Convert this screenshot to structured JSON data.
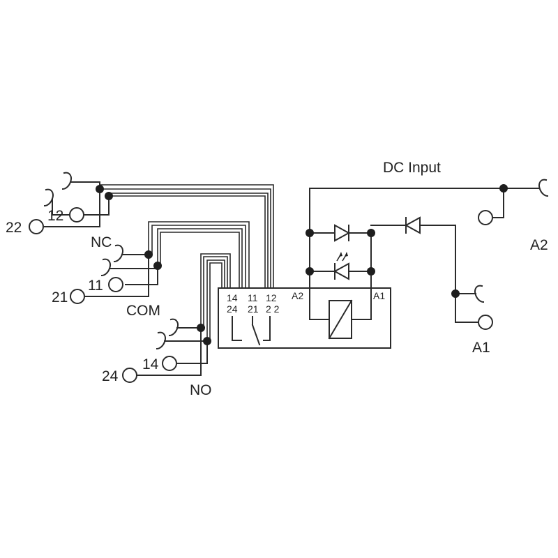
{
  "labels": {
    "dc_input": "DC Input",
    "nc": "NC",
    "com": "COM",
    "no": "NO",
    "t22": "22",
    "t12": "12",
    "t21": "21",
    "t11": "11",
    "t24": "24",
    "t14": "14",
    "a2": "A2",
    "a1": "A1"
  },
  "module": {
    "pins_top": [
      "14",
      "11",
      "12"
    ],
    "pins_bottom": [
      "24",
      "21",
      "2 2"
    ],
    "a2": "A2",
    "a1": "A1"
  }
}
